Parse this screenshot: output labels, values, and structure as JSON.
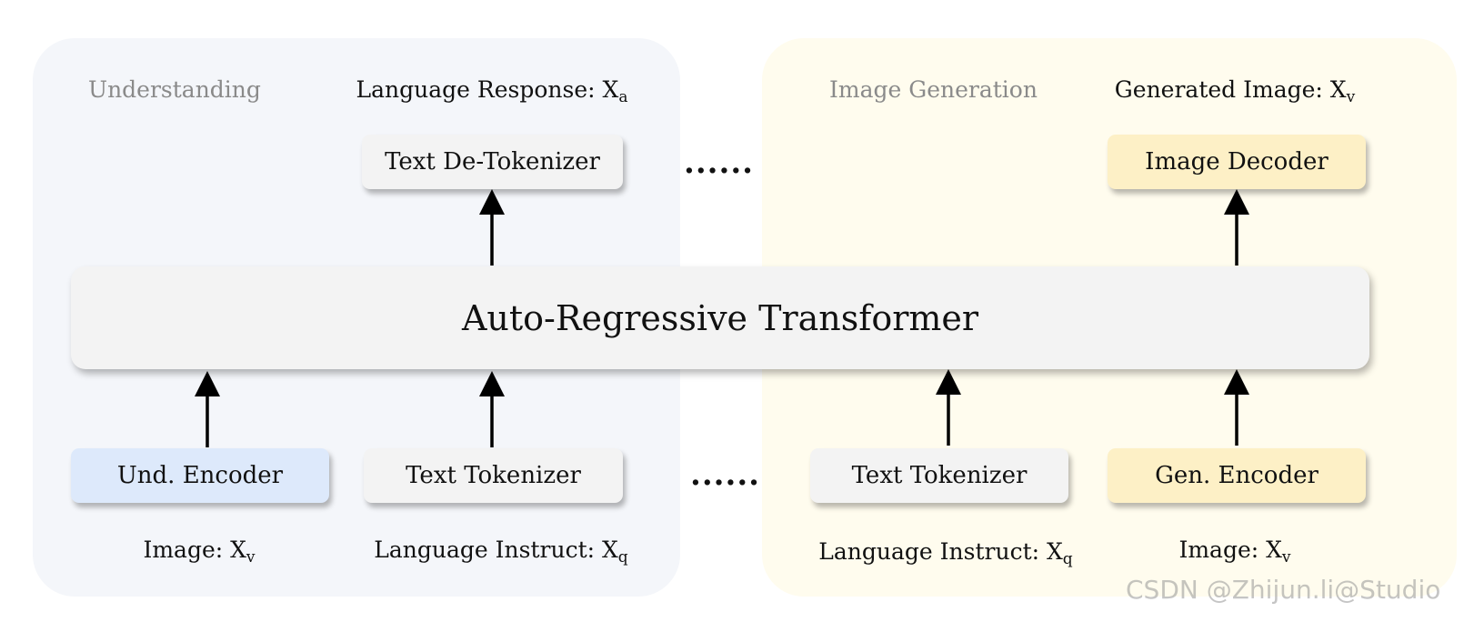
{
  "sections": {
    "understanding": {
      "title": "Understanding",
      "output_label": "Language Response: ",
      "output_sub": "a",
      "output_var": "X",
      "decoder": "Text De-Tokenizer",
      "encoders": [
        {
          "label": "Und. Encoder",
          "input_label": "Image: ",
          "input_var": "X",
          "input_sub": "v"
        },
        {
          "label": "Text Tokenizer",
          "input_label": "Language Instruct: ",
          "input_var": "X",
          "input_sub": "q"
        }
      ]
    },
    "generation": {
      "title": "Image Generation",
      "output_label": "Generated Image: ",
      "output_var": "X",
      "output_sub": "v",
      "decoder": "Image Decoder",
      "encoders": [
        {
          "label": "Text Tokenizer",
          "input_label": "Language Instruct: ",
          "input_var": "X",
          "input_sub": "q"
        },
        {
          "label": "Gen. Encoder",
          "input_label": "Image: ",
          "input_var": "X",
          "input_sub": "v"
        }
      ]
    }
  },
  "transformer": {
    "label": "Auto-Regressive Transformer"
  },
  "ellipsis": "......",
  "watermark": "CSDN @Zhijun.li@Studio",
  "colors": {
    "understanding_panel": "#f4f6fa",
    "generation_panel": "#fffcee",
    "und_encoder": "#dde9fb",
    "gen_box": "#fdf0c6",
    "neutral_box": "#f3f3f3"
  }
}
